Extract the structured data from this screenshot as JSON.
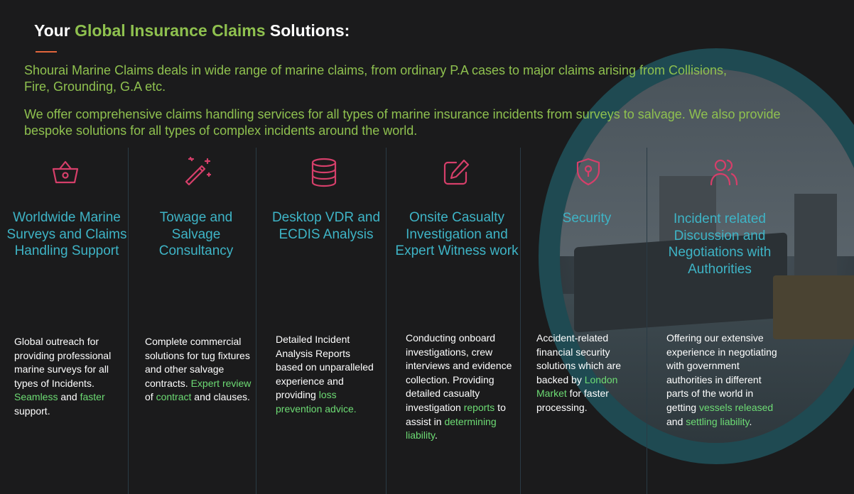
{
  "heading": {
    "prefix": "Your ",
    "highlight": "Global Insurance Claims",
    "suffix": " Solutions:"
  },
  "intro": [
    "Shourai Marine Claims deals in wide range of marine claims, from ordinary P.A cases to major claims arising from Collisions, Fire, Grounding, G.A etc.",
    "We offer comprehensive claims handling services for all types of marine insurance incidents from surveys to salvage. We also provide bespoke solutions for all types of complex incidents around the world."
  ],
  "colors": {
    "background": "#1b1b1c",
    "heading_highlight": "#8fc14f",
    "intro_text": "#8fc14f",
    "column_title": "#3eb4c6",
    "icon": "#d63f6a",
    "link_green": "#6ddc74",
    "accent_rule": "#e2653c",
    "ring": "#1f4a52"
  },
  "services": [
    {
      "icon": "basket-icon",
      "title": "Worldwide Marine Surveys and Claims Handling Support",
      "desc_parts": [
        {
          "t": "Global outreach for providing professional marine surveys for all types of Incidents. ",
          "g": false
        },
        {
          "t": "Seamless",
          "g": true
        },
        {
          "t": " and ",
          "g": false
        },
        {
          "t": "faster",
          "g": true
        },
        {
          "t": " support.",
          "g": false
        }
      ]
    },
    {
      "icon": "magic-wand-icon",
      "title": "Towage and Salvage Consultancy",
      "desc_parts": [
        {
          "t": "Complete commercial solutions for tug fixtures and other salvage contracts. ",
          "g": false
        },
        {
          "t": "Expert review",
          "g": true
        },
        {
          "t": " of ",
          "g": false
        },
        {
          "t": "contract",
          "g": true
        },
        {
          "t": " and clauses.",
          "g": false
        }
      ]
    },
    {
      "icon": "database-icon",
      "title": "Desktop VDR and ECDIS Analysis",
      "desc_parts": [
        {
          "t": "Detailed Incident Analysis Reports based on unparalleled experience and providing ",
          "g": false
        },
        {
          "t": "loss prevention advice.",
          "g": true
        }
      ]
    },
    {
      "icon": "edit-icon",
      "title": "Onsite Casualty Investigation and Expert Witness work",
      "desc_parts": [
        {
          "t": "Conducting onboard investigations, crew interviews and evidence collection. Providing detailed casualty investigation ",
          "g": false
        },
        {
          "t": "reports",
          "g": true
        },
        {
          "t": " to assist in ",
          "g": false
        },
        {
          "t": "determining liability",
          "g": true
        },
        {
          "t": ".",
          "g": false
        }
      ]
    },
    {
      "icon": "shield-lock-icon",
      "title": "Security",
      "desc_parts": [
        {
          "t": "Accident-related financial security solutions which are backed by ",
          "g": false
        },
        {
          "t": "London Market",
          "g": true
        },
        {
          "t": " for faster processing.",
          "g": false
        }
      ]
    },
    {
      "icon": "users-icon",
      "title": "Incident related Discussion and Negotiations with Authorities",
      "desc_parts": [
        {
          "t": "Offering our extensive experience in negotiating with government authorities in different parts of the world in getting ",
          "g": false
        },
        {
          "t": "vessels released",
          "g": true
        },
        {
          "t": " and ",
          "g": false
        },
        {
          "t": "settling liability",
          "g": true
        },
        {
          "t": ".",
          "g": false
        }
      ]
    }
  ]
}
